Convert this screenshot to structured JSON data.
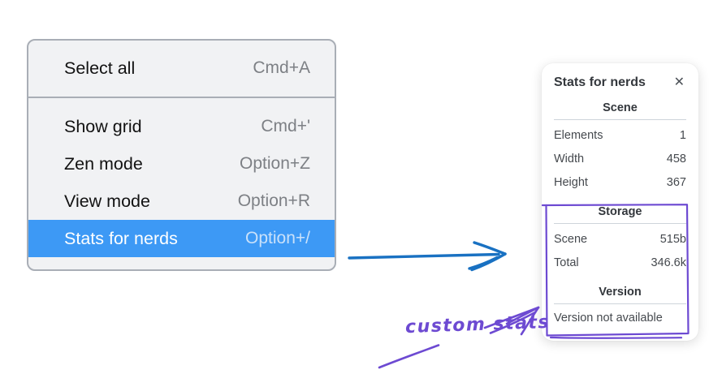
{
  "context_menu": {
    "groups": [
      {
        "items": [
          {
            "label": "Select all",
            "shortcut": "Cmd+A"
          }
        ]
      },
      {
        "items": [
          {
            "label": "Show grid",
            "shortcut": "Cmd+'"
          },
          {
            "label": "Zen mode",
            "shortcut": "Option+Z"
          },
          {
            "label": "View mode",
            "shortcut": "Option+R"
          },
          {
            "label": "Stats for nerds",
            "shortcut": "Option+/",
            "selected": true
          }
        ]
      }
    ],
    "colors": {
      "highlight": "#3d99f5",
      "background": "#f1f2f4",
      "border": "#a9aeb6"
    }
  },
  "stats_panel": {
    "title": "Stats for nerds",
    "close_icon": "✕",
    "sections": [
      {
        "heading": "Scene",
        "rows": [
          {
            "label": "Elements",
            "value": "1"
          },
          {
            "label": "Width",
            "value": "458"
          },
          {
            "label": "Height",
            "value": "367"
          }
        ]
      },
      {
        "heading": "Storage",
        "rows": [
          {
            "label": "Scene",
            "value": "515b"
          },
          {
            "label": "Total",
            "value": "346.6k"
          }
        ]
      },
      {
        "heading": "Version",
        "note": "Version not available"
      }
    ]
  },
  "annotation": {
    "label": "custom stats",
    "highlight_box": "storage-and-version-sections",
    "colors": {
      "violet": "#6d4ad2",
      "arrow_blue": "#1971c2"
    }
  }
}
